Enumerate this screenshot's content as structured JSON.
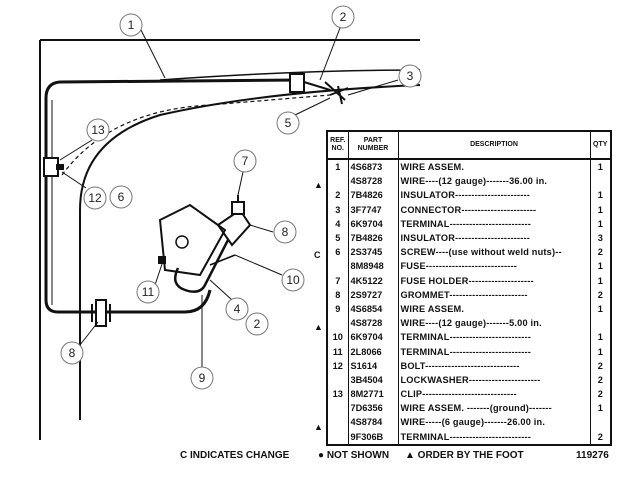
{
  "callouts": [
    "1",
    "2",
    "3",
    "5",
    "13",
    "12",
    "6",
    "7",
    "8",
    "10",
    "11",
    "4",
    "2",
    "9",
    "8"
  ],
  "table": {
    "headers": {
      "ref": "REF. NO.",
      "part": "PART NUMBER",
      "desc": "DESCRIPTION",
      "qty": "QTY"
    },
    "rows": [
      {
        "ref": "1",
        "part": "4S6873",
        "desc": "WIRE ASSEM.",
        "qty": "1"
      },
      {
        "ref": "",
        "part": "4S8728",
        "desc": "WIRE----(12 gauge)-------36.00 in.",
        "qty": ""
      },
      {
        "ref": "2",
        "part": "7B4826",
        "desc": "INSULATOR-----------------------",
        "qty": "1"
      },
      {
        "ref": "3",
        "part": "3F7747",
        "desc": "CONNECTOR-----------------------",
        "qty": "1"
      },
      {
        "ref": "4",
        "part": "6K9704",
        "desc": "TERMINAL-------------------------",
        "qty": "1"
      },
      {
        "ref": "5",
        "part": "7B4826",
        "desc": "INSULATOR-----------------------",
        "qty": "3"
      },
      {
        "ref": "6",
        "part": "2S3745",
        "desc": "SCREW----(use without weld nuts)--",
        "qty": "2"
      },
      {
        "ref": "",
        "part": "8M8948",
        "desc": "FUSE----------------------------",
        "qty": "1"
      },
      {
        "ref": "7",
        "part": "4K5122",
        "desc": "FUSE HOLDER--------------------",
        "qty": "1"
      },
      {
        "ref": "8",
        "part": "2S9727",
        "desc": "GROMMET------------------------",
        "qty": "2"
      },
      {
        "ref": "9",
        "part": "4S6854",
        "desc": "WIRE ASSEM.",
        "qty": "1"
      },
      {
        "ref": "",
        "part": "4S8728",
        "desc": "WIRE----(12 gauge)-------5.00 in.",
        "qty": ""
      },
      {
        "ref": "10",
        "part": "6K9704",
        "desc": "TERMINAL-------------------------",
        "qty": "1"
      },
      {
        "ref": "11",
        "part": "2L8066",
        "desc": "TERMINAL-------------------------",
        "qty": "1"
      },
      {
        "ref": "12",
        "part": "S1614",
        "desc": "BOLT-----------------------------",
        "qty": "2"
      },
      {
        "ref": "",
        "part": "3B4504",
        "desc": "LOCKWASHER----------------------",
        "qty": "2"
      },
      {
        "ref": "13",
        "part": "8M2771",
        "desc": "CLIP-----------------------------",
        "qty": "2"
      },
      {
        "ref": "",
        "part": "7D6356",
        "desc": "WIRE ASSEM. -------(ground)-------",
        "qty": "1"
      },
      {
        "ref": "",
        "part": "4S8784",
        "desc": "WIRE-----(6 gauge)-------26.00 in.",
        "qty": ""
      },
      {
        "ref": "",
        "part": "9F306B",
        "desc": "TERMINAL-------------------------",
        "qty": "2"
      }
    ],
    "side_marker": "C"
  },
  "footer": {
    "change": "C INDICATES CHANGE",
    "not_shown": "● NOT SHOWN",
    "by_foot": "▲ ORDER BY THE FOOT",
    "figure_no": "119276"
  }
}
